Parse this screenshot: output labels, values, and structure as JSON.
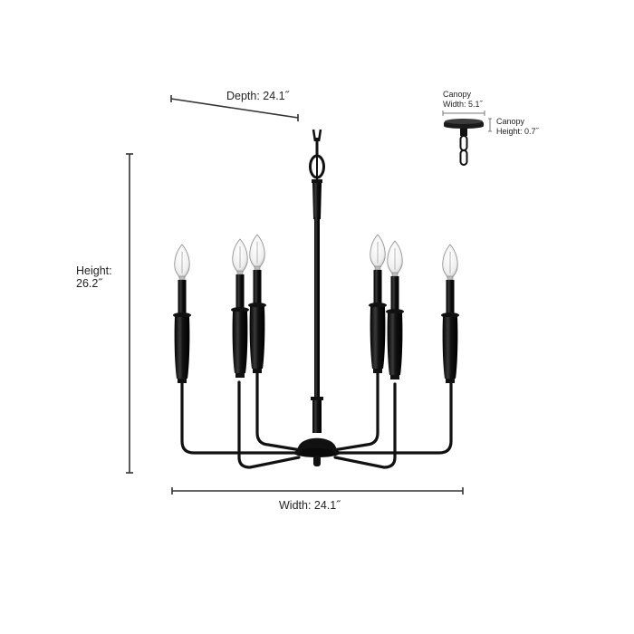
{
  "product": {
    "type": "6-light candle-style chandelier",
    "finish_color": "#111111",
    "light_count": 6
  },
  "dimensions": {
    "depth": {
      "label": "Depth: 24.1˝"
    },
    "height": {
      "label_line1": "Height:",
      "label_line2": "26.2˝"
    },
    "width": {
      "label": "Width: 24.1˝"
    },
    "canopy_width": {
      "label_line1": "Canopy",
      "label_line2": "Width: 5.1˝"
    },
    "canopy_height": {
      "label_line1": "Canopy",
      "label_line2": "Height: 0.7˝"
    }
  },
  "colors": {
    "background": "#ffffff",
    "metal": "#111111",
    "dimension_line": "#333333",
    "text": "#222222",
    "bulb_glass": "#f4f4f4"
  }
}
